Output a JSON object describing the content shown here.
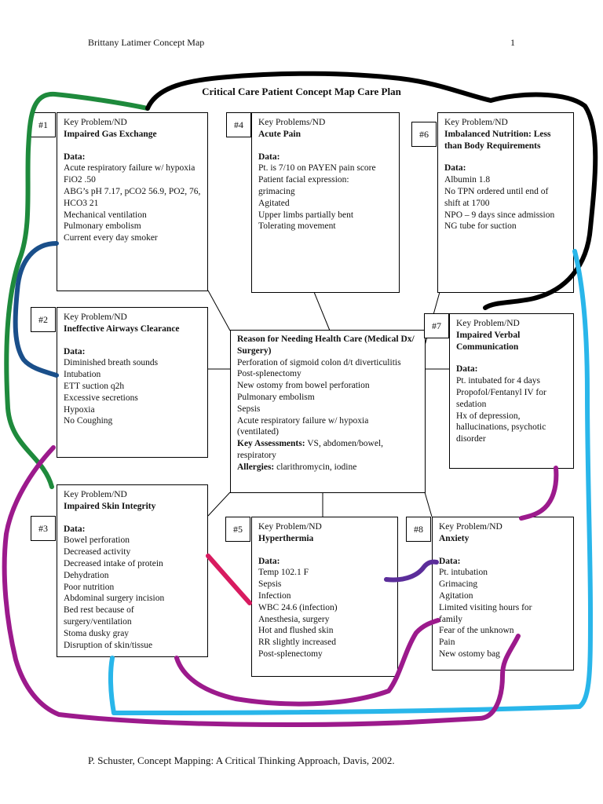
{
  "header": {
    "author": "Brittany Latimer Concept Map",
    "page": "1"
  },
  "title": "Critical Care Patient Concept Map Care Plan",
  "problems": [
    {
      "num": "#1",
      "key": "Key Problem/ND",
      "nd": "Impaired Gas Exchange",
      "data_label": "Data:",
      "data": [
        "Acute respiratory failure w/ hypoxia",
        "FiO2 .50",
        "ABG’s pH 7.17, pCO2 56.9, PO2, 76,",
        "HCO3 21",
        "Mechanical ventilation",
        "Pulmonary embolism",
        "Current every day smoker"
      ]
    },
    {
      "num": "#2",
      "key": "Key Problem/ND",
      "nd": "Ineffective Airways Clearance",
      "data_label": "Data:",
      "data": [
        "Diminished breath sounds",
        "Intubation",
        "ETT suction q2h",
        "Excessive secretions",
        "Hypoxia",
        "No Coughing"
      ]
    },
    {
      "num": "#3",
      "key": "Key Problem/ND",
      "nd": "Impaired Skin Integrity",
      "data_label": "Data:",
      "data": [
        "Bowel perforation",
        "Decreased activity",
        "Decreased intake of protein",
        "Dehydration",
        "Poor nutrition",
        "Abdominal surgery incision",
        "Bed rest because of",
        "surgery/ventilation",
        "Stoma dusky gray",
        "Disruption of skin/tissue"
      ]
    },
    {
      "num": "#4",
      "key": "Key Problems/ND",
      "nd": "Acute Pain",
      "data_label": "Data:",
      "data": [
        "Pt. is 7/10 on PAYEN pain score",
        "Patient facial expression:",
        "grimacing",
        "Agitated",
        "Upper limbs partially bent",
        "Tolerating movement"
      ]
    },
    {
      "num": "#5",
      "key": "Key Problem/ND",
      "nd": "Hyperthermia",
      "data_label": "Data:",
      "data": [
        "Temp 102.1 F",
        "Sepsis",
        "Infection",
        "WBC 24.6 (infection)",
        "Anesthesia, surgery",
        "Hot and flushed skin",
        "RR slightly increased",
        "Post-splenectomy"
      ]
    },
    {
      "num": "#6",
      "key": "Key Problem/ND",
      "nd": "Imbalanced Nutrition: Less than Body Requirements",
      "data_label": "Data:",
      "data": [
        "Albumin 1.8",
        "No TPN ordered until end of",
        "shift at 1700",
        "NPO – 9 days since admission",
        "NG tube for suction"
      ]
    },
    {
      "num": "#7",
      "key": "Key Problem/ND",
      "nd": "Impaired Verbal Communication",
      "data_label": "Data:",
      "data": [
        "Pt. intubated for 4 days",
        "Propofol/Fentanyl IV for",
        "sedation",
        "Hx of depression,",
        "hallucinations, psychotic",
        "disorder"
      ]
    },
    {
      "num": "#8",
      "key": "Key Problem/ND",
      "nd": "Anxiety",
      "data_label": "Data:",
      "data": [
        "Pt. intubation",
        "Grimacing",
        "Agitation",
        "Limited visiting hours for",
        "family",
        "Fear of the unknown",
        "Pain",
        "New ostomy bag"
      ]
    }
  ],
  "center": {
    "title": "Reason for Needing Health Care (Medical Dx/ Surgery)",
    "dx": [
      "Perforation of sigmoid colon d/t diverticulitis",
      "Post-splenectomy",
      "New ostomy from bowel perforation",
      "Pulmonary embolism",
      "Sepsis",
      "Acute respiratory failure w/ hypoxia",
      "(ventilated)"
    ],
    "assess_label": "Key Assessments:",
    "assess": "VS, abdomen/bowel, respiratory",
    "allergy_label": "Allergies:",
    "allergy": "clarithromycin, iodine"
  },
  "footer": "P. Schuster, Concept Mapping: A Critical Thinking Approach, Davis, 2002.",
  "marker_colors": {
    "green": "#1e8a3c",
    "black": "#000000",
    "navy": "#1a4f8a",
    "cyan": "#29b6ea",
    "magenta": "#9c1a8c",
    "pink": "#d81b60",
    "purple": "#5b2d9a"
  }
}
